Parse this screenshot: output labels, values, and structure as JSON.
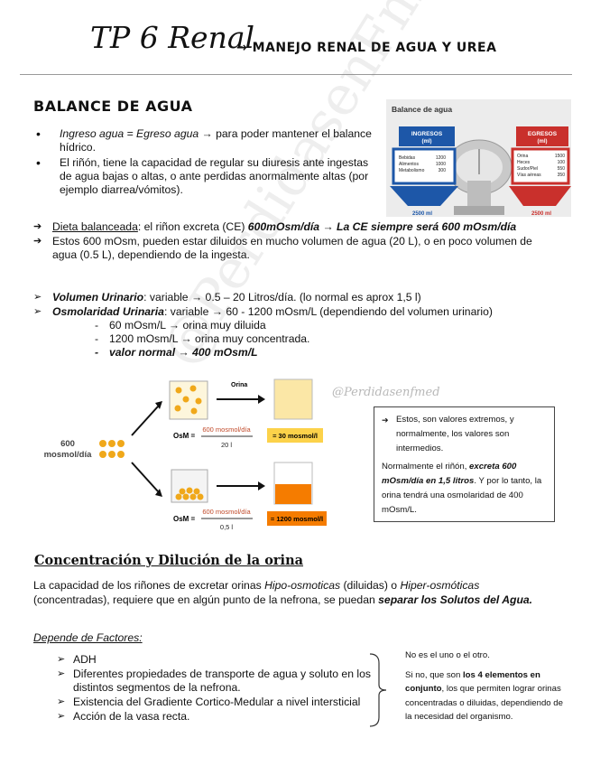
{
  "header": {
    "title": "TP 6 Renal",
    "subtitle": "→ MANEJO RENAL DE AGUA Y UREA"
  },
  "balance": {
    "heading": "BALANCE DE AGUA",
    "bullets": [
      {
        "pre": "",
        "italic": "Ingreso agua = Egreso agua",
        "post": " → para poder mantener el balance hídrico."
      },
      {
        "pre": "El riñón, tiene la capacidad de regular su diuresis ante ingestas de agua bajas o altas, o ante perdidas anormalmente altas (por ejemplo diarrea/vómitos).",
        "italic": "",
        "post": ""
      }
    ],
    "arrows": [
      {
        "underline": "Dieta balanceada",
        "text": ": el riñon excreta (CE) ",
        "bold": "600mOsm/día → La CE siempre será 600 mOsm/día"
      },
      {
        "underline": "",
        "text": "Estos 600 mOsm, pueden estar diluidos en mucho volumen de agua (20 L), o en poco volumen de agua (0.5 L), dependiendo de la ingesta.",
        "bold": ""
      }
    ]
  },
  "scale_image": {
    "title": "Balance de agua",
    "ingresos_label": "INGRESOS",
    "ingresos_unit": "(ml)",
    "ingresos_rows": [
      [
        "Bebidas",
        "1200"
      ],
      [
        "Alimentos",
        "1000"
      ],
      [
        "Metabolismo",
        "300"
      ]
    ],
    "egresos_label": "EGRESOS",
    "egresos_unit": "(ml)",
    "egresos_rows": [
      [
        "Orina",
        "1500"
      ],
      [
        "Heces",
        "100"
      ],
      [
        "Sudor/Piel",
        "550"
      ],
      [
        "Vías aéreas",
        "350"
      ]
    ],
    "left_total": "2500 ml",
    "right_total": "2500 ml",
    "colors": {
      "blue": "#1d57a8",
      "red": "#c9302c",
      "bg": "#ececec"
    }
  },
  "urine": {
    "vol_label": "Volumen Urinario",
    "vol_text": ": variable → 0.5 – 20 Litros/día. (lo normal es aprox 1,5 l)",
    "osm_label": "Osmolaridad Urinaria",
    "osm_text": ": variable → 60 - 1200 mOsm/L (dependiendo del volumen urinario)",
    "sub": [
      "60 mOsm/L → orina muy diluida",
      "1200 mOsm/L → orina muy concentrada.",
      "valor normal → 400 mOsm/L"
    ]
  },
  "diagram": {
    "source_label": "600\nmosmol/día",
    "source_line1": "600",
    "source_line2": "mosmol/día",
    "orina": "Orina",
    "osm_eq": "OsM =",
    "top_num": "600 mosmol/día",
    "top_den": "20 l",
    "top_result": "= 30 mosmol/l",
    "bot_num": "600 mosmol/día",
    "bot_den": "0,5 l",
    "bot_result": "= 1200 mosmol/l",
    "handle": "@Perdidasenfmed",
    "colors": {
      "dot": "#f0a81a",
      "dilute": "#fbe7a6",
      "conc": "#f57c00",
      "result_bg": "#fcd24a"
    }
  },
  "note_box": {
    "line1": "Estos, son valores extremos, y normalmente, los valores son intermedios.",
    "pre": "Normalmente el riñón, ",
    "bold": "excreta 600 mOsm/día en 1,5 litros",
    "post": ". Y por lo tanto, la orina tendrá una osmolaridad de 400 mOsm/L."
  },
  "concentration": {
    "heading": "Concentración y Dilución de la orina",
    "p_pre": "La capacidad de los riñones de excretar orinas ",
    "p_it1": "Hipo-osmoticas",
    "p_mid": " (diluidas) o ",
    "p_it2": "Hiper-osmóticas",
    "p_mid2": " (concentradas), requiere que en algún punto de la nefrona, se puedan ",
    "p_bold": "separar los Solutos del Agua.",
    "depende": "Depende de Factores:",
    "factors": [
      "ADH",
      "Diferentes propiedades de transporte de agua y soluto en los distintos segmentos de la nefrona.",
      "Existencia del Gradiente Cortico-Medular a nivel intersticial",
      "Acción de la vasa recta."
    ],
    "side1": "No es el uno o el otro.",
    "side2_pre": "Si no, que son ",
    "side2_bold": "los 4 elementos en conjunto",
    "side2_post": ", los que permiten lograr orinas concentradas o diluidas, dependiendo de la necesidad del organismo."
  },
  "watermark": "@PerdidasenFmed"
}
